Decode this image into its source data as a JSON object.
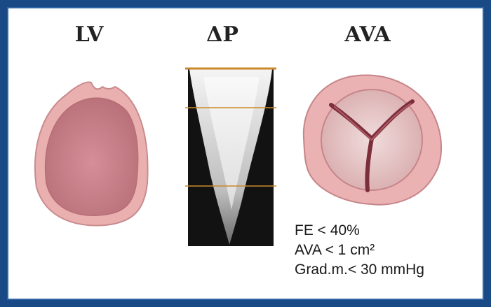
{
  "labels": {
    "lv": "LV",
    "delta_p": "ΔP",
    "ava": "AVA"
  },
  "criteria": {
    "fe": "FE < 40%",
    "ava": "AVA < 1 cm²",
    "gradient": "Grad.m.< 30 mmHg"
  },
  "colors": {
    "frame": "#1a4a86",
    "tissue": "#e8a6a6",
    "tissue_dark": "#c77f83",
    "cavity": "#cc7f88",
    "doppler_bg": "#111111",
    "reference_line": "#c9892b"
  }
}
